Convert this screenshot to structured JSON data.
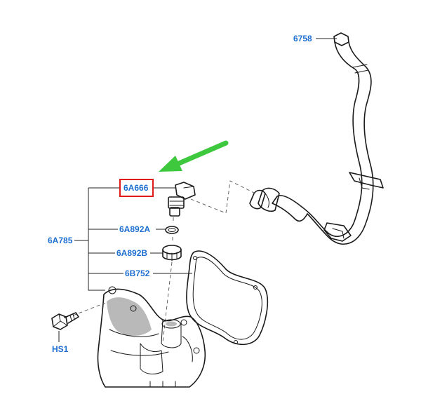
{
  "diagram": {
    "callouts": {
      "hose": "6758",
      "valve": "6A666",
      "assembly": "6A785",
      "seal": "6A892A",
      "retainer": "6A892B",
      "gasket": "6B752",
      "bolt": "HS1"
    },
    "colors": {
      "callout_text": "#1f6fd1",
      "highlight_box": "#e0191b",
      "arrow": "#3ec83e",
      "line_art": "#1a1a1a"
    }
  }
}
